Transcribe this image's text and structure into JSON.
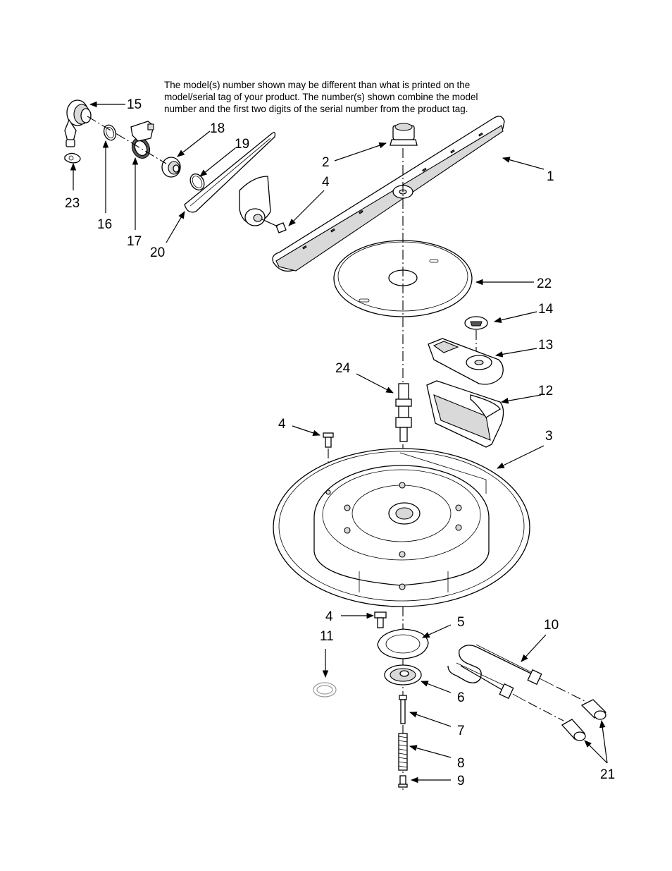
{
  "note": {
    "line1": "The model(s) number shown may be different than what is printed on the",
    "line2": "model/serial tag of your product. The number(s) shown combine the model",
    "line3": "number and the first two digits of the serial number from the product tag."
  },
  "callouts": {
    "c1": "1",
    "c2": "2",
    "c3": "3",
    "c4a": "4",
    "c4b": "4",
    "c4c": "4",
    "c5": "5",
    "c6": "6",
    "c7": "7",
    "c8": "8",
    "c9": "9",
    "c10": "10",
    "c11": "11",
    "c12": "12",
    "c13": "13",
    "c14": "14",
    "c15": "15",
    "c16": "16",
    "c17": "17",
    "c18": "18",
    "c19": "19",
    "c20": "20",
    "c21": "21",
    "c22": "22",
    "c23": "23",
    "c24": "24"
  }
}
